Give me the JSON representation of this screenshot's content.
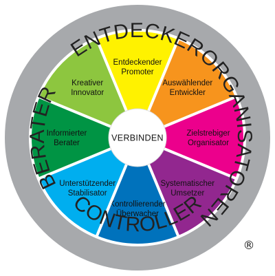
{
  "ring_labels": {
    "top": "ENTDECKER",
    "right": "ORGANISATOREN",
    "bottom": "CONTROLLER",
    "left": "BERATER"
  },
  "center_label": "VERBINDEN",
  "segments": [
    {
      "line1": "Entdeckender",
      "line2": "Promoter",
      "color": "#FFF200"
    },
    {
      "line1": "Auswählender",
      "line2": "Entwickler",
      "color": "#F7941D"
    },
    {
      "line1": "Zielstrebiger",
      "line2": "Organisator",
      "color": "#EC008C"
    },
    {
      "line1": "Systematischer",
      "line2": "Umsetzer",
      "color": "#92278F"
    },
    {
      "line1": "Kontrollierender",
      "line2": "Überwacher",
      "color": "#0072BC"
    },
    {
      "line1": "Unterstützender",
      "line2": "Stabilisator",
      "color": "#00AEEF"
    },
    {
      "line1": "Informierter",
      "line2": "Berater",
      "color": "#009444"
    },
    {
      "line1": "Kreativer",
      "line2": "Innovator",
      "color": "#8DC63F"
    }
  ],
  "colors": {
    "outer_ring": "#A7A9AC",
    "divider": "#FFFFFF",
    "center": "#FFFFFF"
  },
  "registered_mark": "®"
}
